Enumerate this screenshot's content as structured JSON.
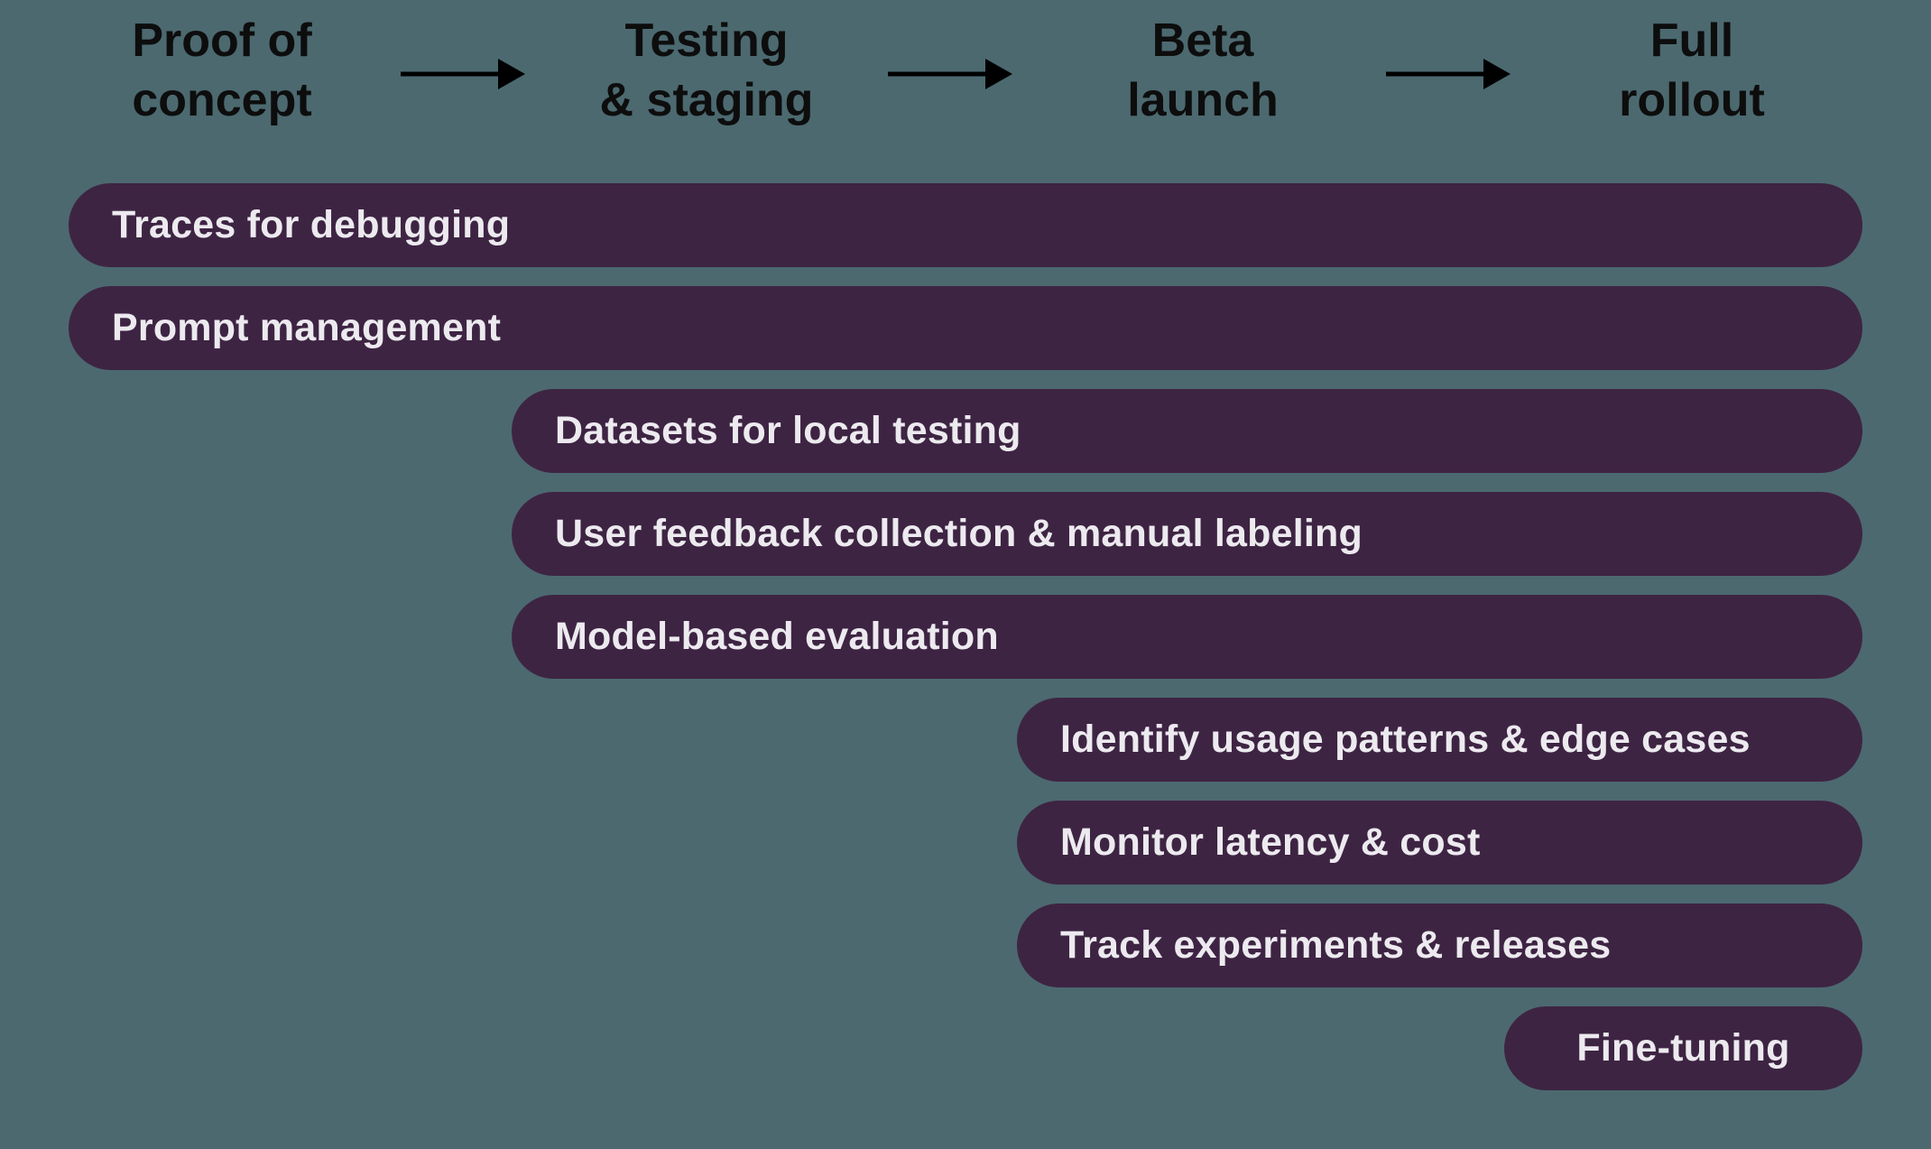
{
  "diagram": {
    "type": "gantt-roadmap",
    "background_color": "#4C6970",
    "bar_color": "#3E2443",
    "bar_text_color": "#ECEAEF",
    "header_text_color": "#0D0D0D",
    "arrow_color": "#000000",
    "phases": [
      {
        "label": "Proof of\nconcept"
      },
      {
        "label": "Testing\n& staging"
      },
      {
        "label": "Beta\nlaunch"
      },
      {
        "label": "Full\nrollout"
      }
    ],
    "bars": [
      {
        "label": "Traces for debugging",
        "starts_at_phase": "Proof of concept"
      },
      {
        "label": "Prompt management",
        "starts_at_phase": "Proof of concept"
      },
      {
        "label": "Datasets for local testing",
        "starts_at_phase": "Testing & staging"
      },
      {
        "label": "User feedback collection & manual labeling",
        "starts_at_phase": "Testing & staging"
      },
      {
        "label": "Model-based evaluation",
        "starts_at_phase": "Testing & staging"
      },
      {
        "label": "Identify usage patterns & edge cases",
        "starts_at_phase": "Beta launch"
      },
      {
        "label": "Monitor latency & cost",
        "starts_at_phase": "Beta launch"
      },
      {
        "label": "Track experiments & releases",
        "starts_at_phase": "Beta launch"
      },
      {
        "label": "Fine-tuning",
        "starts_at_phase": "Full rollout"
      }
    ]
  }
}
